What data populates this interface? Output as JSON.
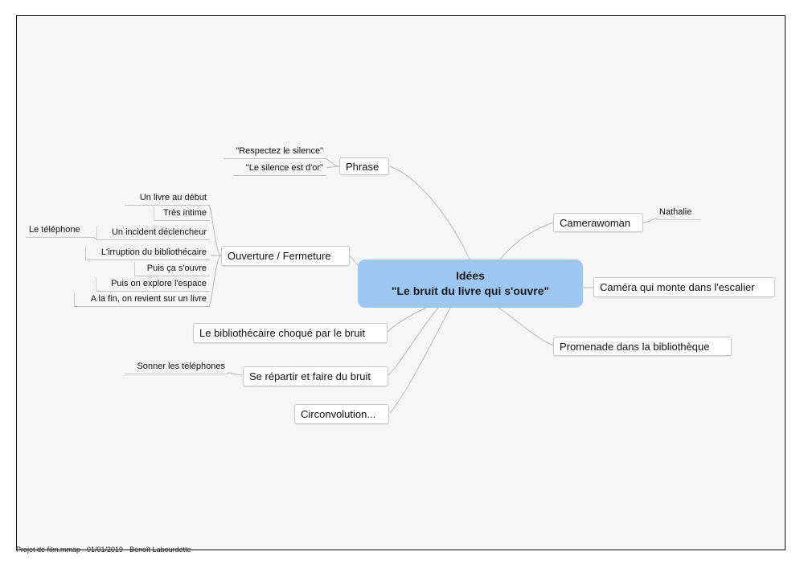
{
  "root": {
    "line1": "Idées",
    "line2": "\"Le bruit du livre qui s'ouvre\""
  },
  "left_branches": {
    "phrase": {
      "label": "Phrase",
      "children": [
        "\"Respectez le silence\"",
        "\"Le silence est d'or\""
      ]
    },
    "ouverture": {
      "label": "Ouverture / Fermeture",
      "children": [
        "Un livre au début",
        "Très intime",
        "Un incident déclencheur",
        "L'irruption du bibliothécaire",
        "Puis ça s'ouvre",
        "Puis on explore l'espace",
        "A la fin, on revient sur un livre"
      ],
      "grandchild": "Le téléphone"
    },
    "bibliothecaire": {
      "label": "Le bibliothécaire choqué par le bruit"
    },
    "repartir": {
      "label": "Se répartir et faire du bruit",
      "children": [
        "Sonner les téléphones"
      ]
    },
    "circonvolution": {
      "label": "Circonvolution..."
    }
  },
  "right_branches": {
    "camerawoman": {
      "label": "Camerawoman",
      "children": [
        "Nathalie"
      ]
    },
    "camera": {
      "label": "Caméra qui monte dans l'escalier"
    },
    "promenade": {
      "label": "Promenade dans la bibliothèque"
    }
  },
  "footer": "Projet de film.mmap - 01/01/2019 - Benoît Labourdette",
  "colors": {
    "root_fill": "#9cc7f4",
    "frame_border": "#111111",
    "background": "#f6f6f6",
    "link": "#b8b8b8"
  }
}
